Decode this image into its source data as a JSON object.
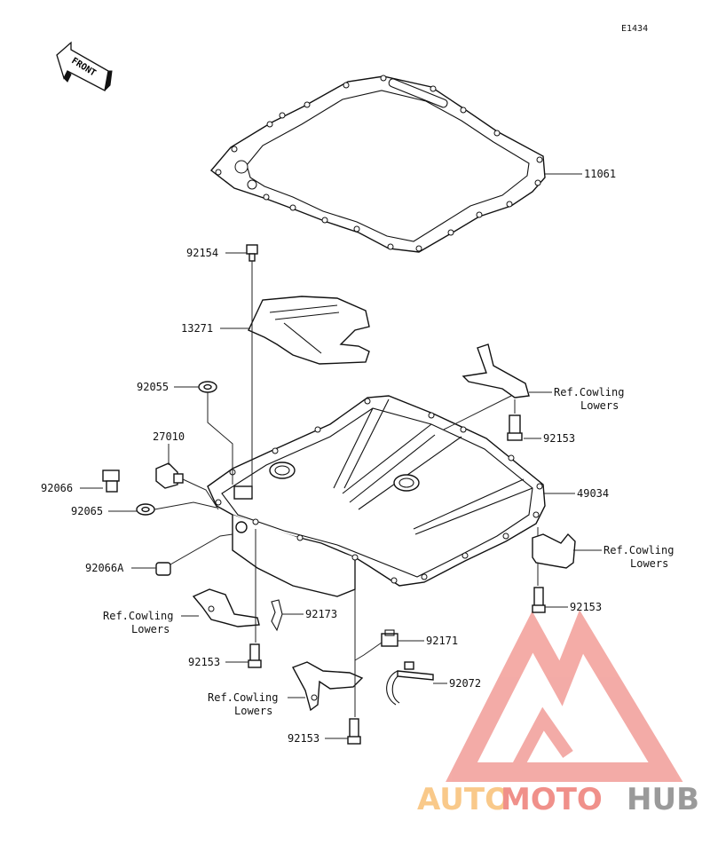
{
  "diagram_code": "E1434",
  "front_label": "FRONT",
  "parts": [
    {
      "id": "p11061",
      "number": "11061"
    },
    {
      "id": "p92154",
      "number": "92154"
    },
    {
      "id": "p13271",
      "number": "13271"
    },
    {
      "id": "p92055",
      "number": "92055"
    },
    {
      "id": "p27010",
      "number": "27010"
    },
    {
      "id": "p92066",
      "number": "92066"
    },
    {
      "id": "p92065",
      "number": "92065"
    },
    {
      "id": "p92066A",
      "number": "92066A"
    },
    {
      "id": "p49034",
      "number": "49034"
    },
    {
      "id": "p92153a",
      "number": "92153"
    },
    {
      "id": "p92153b",
      "number": "92153"
    },
    {
      "id": "p92153c",
      "number": "92153"
    },
    {
      "id": "p92153d",
      "number": "92153"
    },
    {
      "id": "p92173",
      "number": "92173"
    },
    {
      "id": "p92171",
      "number": "92171"
    },
    {
      "id": "p92072",
      "number": "92072"
    }
  ],
  "references": [
    {
      "line1": "Ref.Cowling",
      "line2": "Lowers"
    },
    {
      "line1": "Ref.Cowling",
      "line2": "Lowers"
    },
    {
      "line1": "Ref.Cowling",
      "line2": "Lowers"
    },
    {
      "line1": "Ref.Cowling",
      "line2": "Lowers"
    }
  ],
  "watermark": {
    "part1": "AUTO",
    "part2": "MOTO",
    "part3": "HUB",
    "color_light": "#f9c98a",
    "color_red": "#f0908a",
    "color_grey": "#9a9a9a"
  }
}
